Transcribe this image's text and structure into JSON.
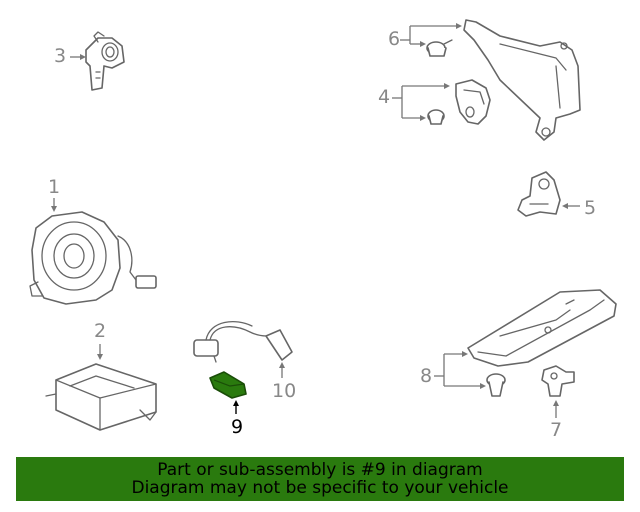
{
  "callouts": {
    "c1": "1",
    "c2": "2",
    "c3": "3",
    "c4": "4",
    "c5": "5",
    "c6": "6",
    "c7": "7",
    "c8": "8",
    "c9": "9",
    "c10": "10"
  },
  "highlight_color": "#2a7a0e",
  "banner": {
    "line1": "Part or sub-assembly is #9 in diagram",
    "line2": "Diagram may not be specific to your vehicle"
  }
}
